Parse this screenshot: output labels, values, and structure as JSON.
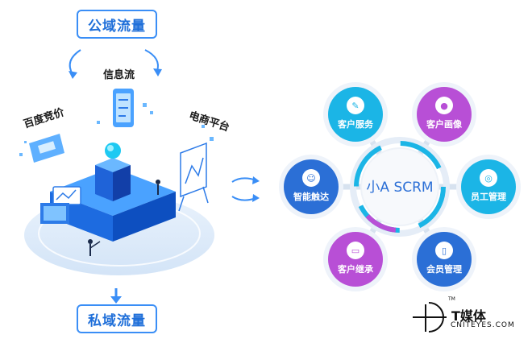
{
  "left": {
    "top_box": "公域流量",
    "bottom_box": "私域流量",
    "label_info_flow": "信息流",
    "label_baidu": "百度竞价",
    "label_ecommerce": "电商平台"
  },
  "hub": {
    "center": "小A SCRM",
    "nodes": [
      {
        "id": "customer-service",
        "label": "客户服务",
        "color": "#1bb5e6"
      },
      {
        "id": "customer-profile",
        "label": "客户画像",
        "color": "#b84fd6"
      },
      {
        "id": "staff-management",
        "label": "员工管理",
        "color": "#1bb5e6"
      },
      {
        "id": "member-management",
        "label": "会员管理",
        "color": "#2b6fd6"
      },
      {
        "id": "customer-inherit",
        "label": "客户继承",
        "color": "#b84fd6"
      },
      {
        "id": "smart-reach",
        "label": "智能触达",
        "color": "#2b6fd6"
      }
    ]
  },
  "logo": {
    "main": "T媒体",
    "sub": "CNITEYES.COM",
    "tm": "TM"
  }
}
